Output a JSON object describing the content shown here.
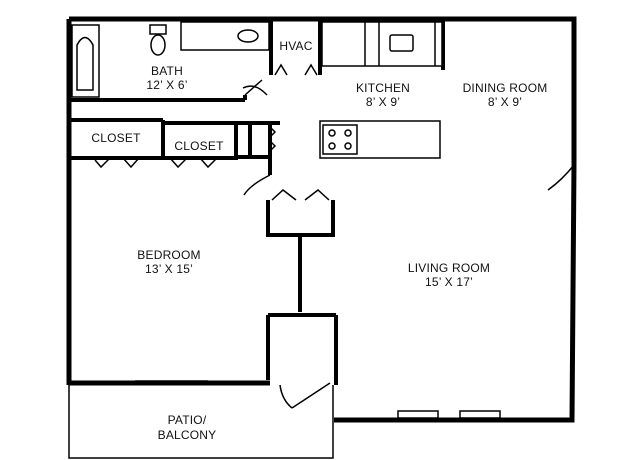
{
  "floor_plan": {
    "rooms": {
      "bath": {
        "name": "BATH",
        "size": "12’ X 6’"
      },
      "hvac": {
        "name": "HVAC"
      },
      "kitchen": {
        "name": "KITCHEN",
        "size": "8’ X 9’"
      },
      "dining_room": {
        "name": "DINING ROOM",
        "size": "8’ X 9’"
      },
      "closet_1": {
        "name": "CLOSET"
      },
      "closet_2": {
        "name": "CLOSET"
      },
      "bedroom": {
        "name": "BEDROOM",
        "size": "13’ X 15’"
      },
      "living_room": {
        "name": "LIVING ROOM",
        "size": "15’ X 17’"
      },
      "patio": {
        "name_line1": "PATIO/",
        "name_line2": "BALCONY"
      }
    },
    "colors": {
      "wall": "#000000",
      "background": "#ffffff",
      "fixture_fill": "#ffffff"
    }
  }
}
